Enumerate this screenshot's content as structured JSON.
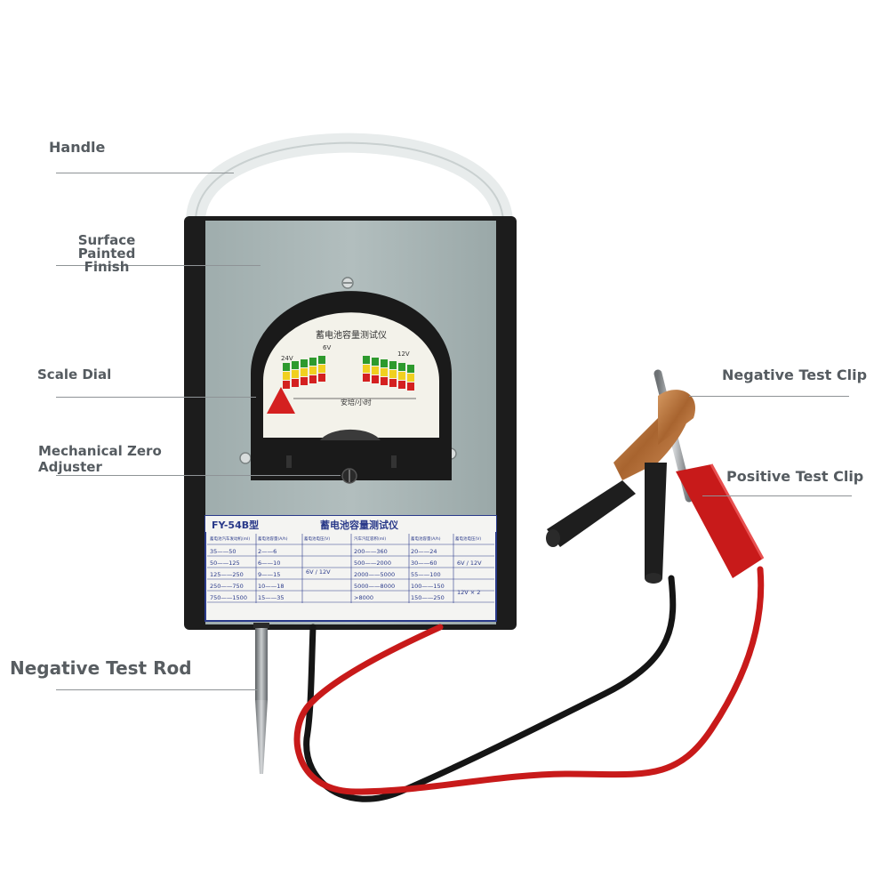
{
  "callouts": {
    "handle": "Handle",
    "surface": "Surface Painted\nFinish",
    "scale_dial": "Scale Dial",
    "zero_adjuster": "Mechanical Zero\nAdjuster",
    "negative_rod": "Negative Test Rod",
    "negative_clip": "Negative Test Clip",
    "positive_clip": "Positive Test Clip"
  },
  "device": {
    "model": "FY-54B型",
    "title_cn": "蓄电池容量测试仪",
    "dial_title": "蓄电池容量测试仪",
    "dial_unit": "安培/小时",
    "dial_6v": "6V",
    "dial_12v": "12V",
    "dial_24v": "24V",
    "table_headers": [
      "蓄电池汽车发动机(ml)",
      "蓄电池容量(A/h)",
      "蓄电池电压(V)",
      "汽车汽缸容积(ml)",
      "蓄电池容量(A/h)",
      "蓄电池电压(V)"
    ],
    "table_left_ml": [
      "35——50",
      "50——125",
      "125——250",
      "250——750",
      "750——1500"
    ],
    "table_left_ah": [
      "2——6",
      "6——10",
      "9——15",
      "10——18",
      "15——35"
    ],
    "table_left_v": "6V / 12V",
    "table_right_ml": [
      "200——360",
      "500——2000",
      "2000——5000",
      "5000——8000",
      ">8000"
    ],
    "table_right_ah": [
      "20——24",
      "30——60",
      "55——100",
      "100——150",
      "150——250"
    ],
    "table_right_v1": "6V / 12V",
    "table_right_v2": "12V × 2"
  },
  "colors": {
    "body": "#a9b6b6",
    "frame": "#1c1c1c",
    "cable_red": "#c81a1a",
    "cable_black": "#151515",
    "copper": "#b5733f",
    "dial_green": "#2d9a2d",
    "dial_yellow": "#f0d020",
    "dial_red": "#d42020"
  }
}
